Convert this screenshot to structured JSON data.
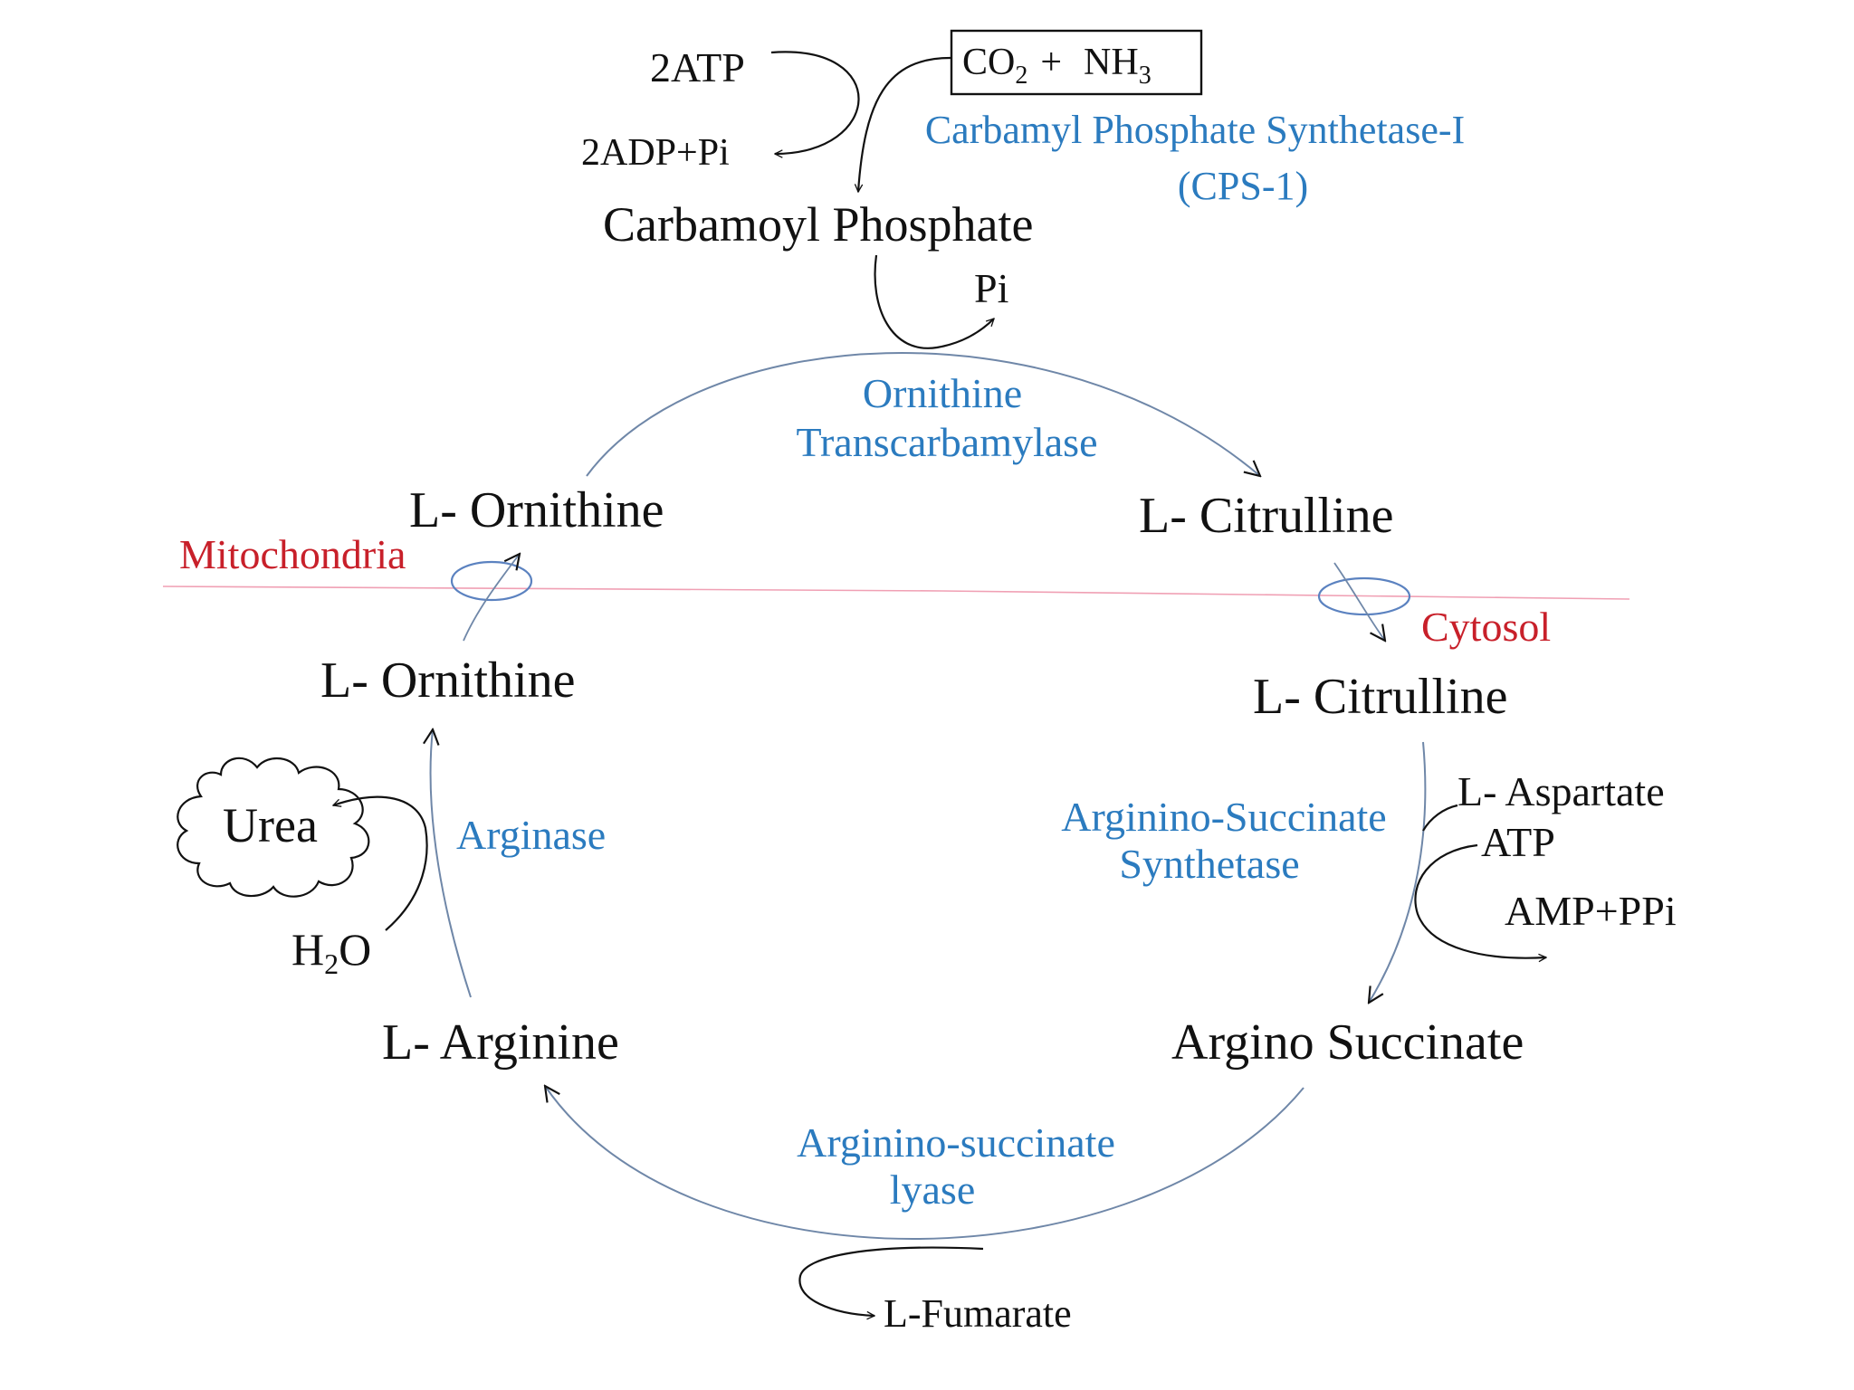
{
  "diagram": {
    "inputs": {
      "atp": "2ATP",
      "adp_pi": "2ADP+Pi",
      "co2": "CO",
      "co2_sub": "2",
      "plus": "+",
      "nh3": "NH",
      "nh3_sub": "3"
    },
    "enzymes": {
      "cps_line1": "Carbamyl Phosphate Synthetase-I",
      "cps_line2": "(CPS-1)",
      "otc_line1": "Ornithine",
      "otc_line2": "Transcarbamylase",
      "ass_line1": "Arginino-Succinate",
      "ass_line2": "Synthetase",
      "asl_line1": "Arginino-succinate",
      "asl_line2": "lyase",
      "arginase": "Arginase"
    },
    "metabolites": {
      "carbamoyl_phosphate": "Carbamoyl Phosphate",
      "pi": "Pi",
      "ornithine_mito": "L- Ornithine",
      "citrulline_mito": "L- Citrulline",
      "ornithine_cyto": "L- Ornithine",
      "citrulline_cyto": "L- Citrulline",
      "aspartate": "L- Aspartate",
      "atp": "ATP",
      "amp_ppi": "AMP+PPi",
      "argino_succinate": "Argino Succinate",
      "arginine": "L- Arginine",
      "fumarate": "L-Fumarate",
      "urea": "Urea",
      "water": "H",
      "water_sub": "2",
      "water_o": "O"
    },
    "compartments": {
      "mitochondria": "Mitochondria",
      "cytosol": "Cytosol"
    },
    "colors": {
      "enzyme_text": "#2b7bbf",
      "compartment_text": "#c8202a",
      "membrane": "#f0a0b4",
      "cycle_arrow": "#6f87a8",
      "transporter": "#5b82c0"
    }
  }
}
